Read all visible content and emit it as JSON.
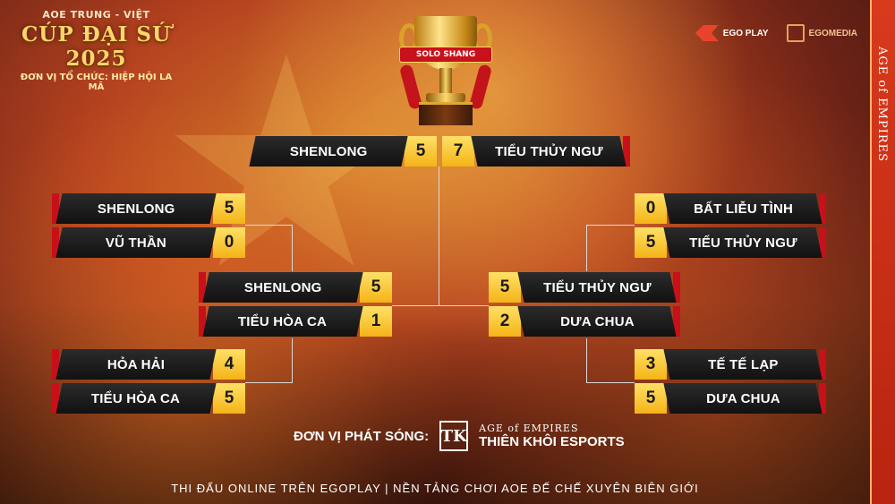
{
  "event": {
    "subtitle": "AOE TRUNG - VIỆT",
    "title": "CÚP ĐẠI SỨ 2025",
    "organizer": "ĐƠN VỊ TỔ CHỨC: HIỆP HỘI LA MÃ"
  },
  "logos": {
    "egoplay": "EGO PLAY",
    "egomedia": "EGOMEDIA"
  },
  "sidebar": {
    "text": "AGE of EMPIRES"
  },
  "trophy": {
    "label": "SOLO SHANG"
  },
  "final": {
    "left": {
      "name": "SHENLONG",
      "score": "5"
    },
    "right": {
      "name": "TIỂU THỦY NGƯ",
      "score": "7"
    }
  },
  "left_r1_a": [
    {
      "name": "SHENLONG",
      "score": "5"
    },
    {
      "name": "VŨ THẦN",
      "score": "0"
    }
  ],
  "left_r1_b": [
    {
      "name": "HỎA HẢI",
      "score": "4"
    },
    {
      "name": "TIỂU HÒA CA",
      "score": "5"
    }
  ],
  "left_semi": [
    {
      "name": "SHENLONG",
      "score": "5"
    },
    {
      "name": "TIỂU HÒA CA",
      "score": "1"
    }
  ],
  "right_r1_a": [
    {
      "name": "BẤT LIỄU TÌNH",
      "score": "0"
    },
    {
      "name": "TIỂU THỦY NGƯ",
      "score": "5"
    }
  ],
  "right_r1_b": [
    {
      "name": "TẾ TẾ LẠP",
      "score": "3"
    },
    {
      "name": "DƯA CHUA",
      "score": "5"
    }
  ],
  "right_semi": [
    {
      "name": "TIỂU THỦY NGƯ",
      "score": "5"
    },
    {
      "name": "DƯA CHUA",
      "score": "2"
    }
  ],
  "broadcast": {
    "label": "ĐƠN VỊ PHÁT SÓNG:",
    "mark": "TK",
    "top": "AGE of EMPIRES",
    "bottom": "THIÊN KHÔI ESPORTS"
  },
  "footer": "THI ĐẤU ONLINE TRÊN EGOPLAY | NỀN TẢNG CHƠI AOE ĐẾ CHẾ XUYÊN BIÊN GIỚI",
  "colors": {
    "accent": "#c8101a",
    "gold": "#f4b417",
    "row": "#1a1a1a"
  }
}
